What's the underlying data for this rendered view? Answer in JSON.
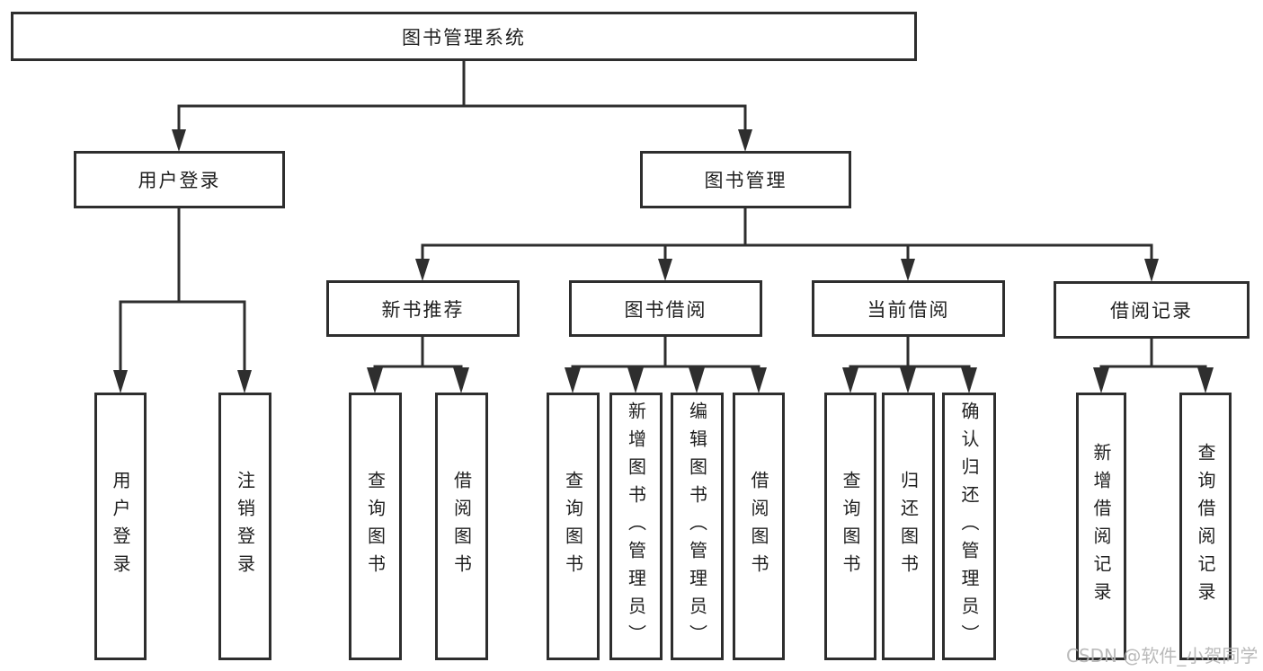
{
  "tree": {
    "label": "图书管理系统",
    "children": [
      {
        "label": "用户登录",
        "children": [
          {
            "label": "用户登录"
          },
          {
            "label": "注销登录"
          }
        ]
      },
      {
        "label": "图书管理",
        "children": [
          {
            "label": "新书推荐",
            "children": [
              {
                "label": "查询图书"
              },
              {
                "label": "借阅图书"
              }
            ]
          },
          {
            "label": "图书借阅",
            "children": [
              {
                "label": "查询图书"
              },
              {
                "label": "新增图书（管理员）"
              },
              {
                "label": "编辑图书（管理员）"
              },
              {
                "label": "借阅图书"
              }
            ]
          },
          {
            "label": "当前借阅",
            "children": [
              {
                "label": "查询图书"
              },
              {
                "label": "归还图书"
              },
              {
                "label": "确认归还（管理员）"
              }
            ]
          },
          {
            "label": "借阅记录",
            "children": [
              {
                "label": "新增借阅记录"
              },
              {
                "label": "查询借阅记录"
              }
            ]
          }
        ]
      }
    ]
  },
  "watermark": {
    "text": "CSDN @软件_小贺同学"
  },
  "colors": {
    "line": "#2e2e2e",
    "text": "#1f1f1f",
    "watermark": "#b3b3b3",
    "background": "#ffffff"
  }
}
